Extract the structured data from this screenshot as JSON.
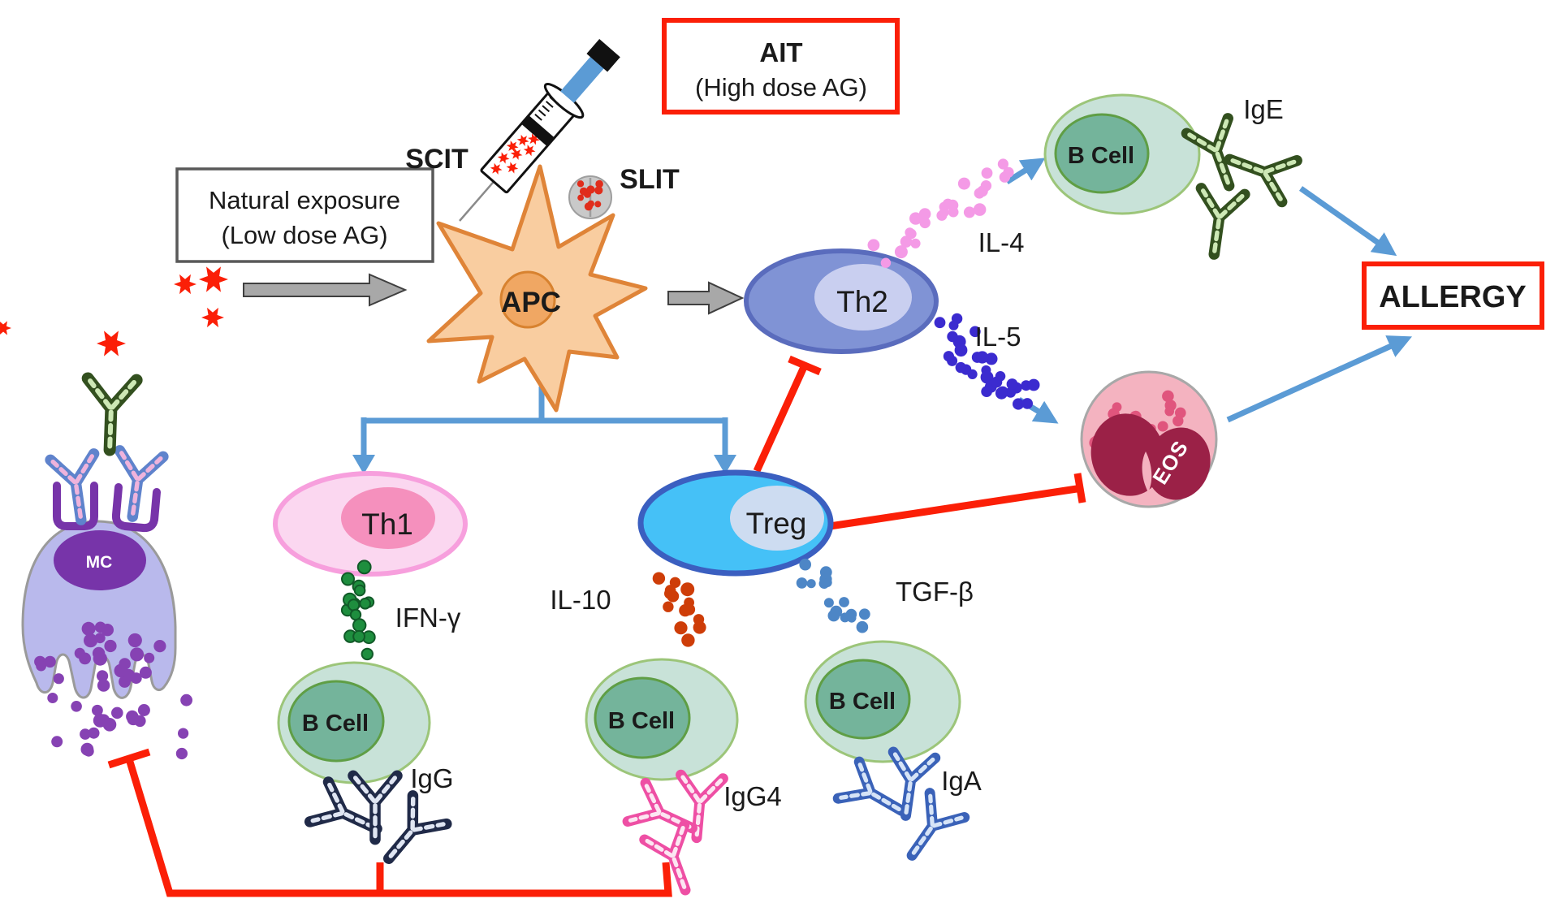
{
  "boxes": {
    "ait": {
      "line1": "AIT",
      "line2": "(High dose AG)"
    },
    "natural_exposure": {
      "line1": "Natural exposure",
      "line2": "(Low dose AG)"
    },
    "allergy": {
      "label": "ALLERGY"
    }
  },
  "routes": {
    "scit": "SCIT",
    "slit": "SLIT"
  },
  "cells": {
    "apc": {
      "label": "APC"
    },
    "th2": {
      "label": "Th2"
    },
    "th1": {
      "label": "Th1"
    },
    "treg": {
      "label": "Treg"
    },
    "b_cell_ige": {
      "label": "B Cell"
    },
    "b_cell_igg": {
      "label": "B Cell"
    },
    "b_cell_igg4": {
      "label": "B Cell"
    },
    "b_cell_iga": {
      "label": "B Cell"
    },
    "eos": {
      "label": "EOS"
    },
    "mast_cell": {
      "label": "MC"
    }
  },
  "cytokines": {
    "il4": {
      "label": "IL-4",
      "color": "#f49ae6"
    },
    "il5": {
      "label": "IL-5",
      "color": "#3b2bcf"
    },
    "ifn_gamma": {
      "label": "IFN-γ",
      "color": "#1e8e3e"
    },
    "il10": {
      "label": "IL-10",
      "color": "#ce3d08"
    },
    "tgf_beta": {
      "label": "TGF-β",
      "color": "#4d86c6"
    }
  },
  "antibodies": {
    "ige": {
      "label": "IgE"
    },
    "igg": {
      "label": "IgG"
    },
    "igg4": {
      "label": "IgG4"
    },
    "iga": {
      "label": "IgA"
    }
  },
  "colors": {
    "inhibition_red": "#fb1f07",
    "activation_blue": "#5b9bd5",
    "box_border_red": "#fb1f07",
    "allergen_red": "#fb1f07",
    "mast_granule_purple": "#8642b3",
    "eos_dot_pink": "#e0557d",
    "slit_dot_red": "#e02d1b"
  }
}
